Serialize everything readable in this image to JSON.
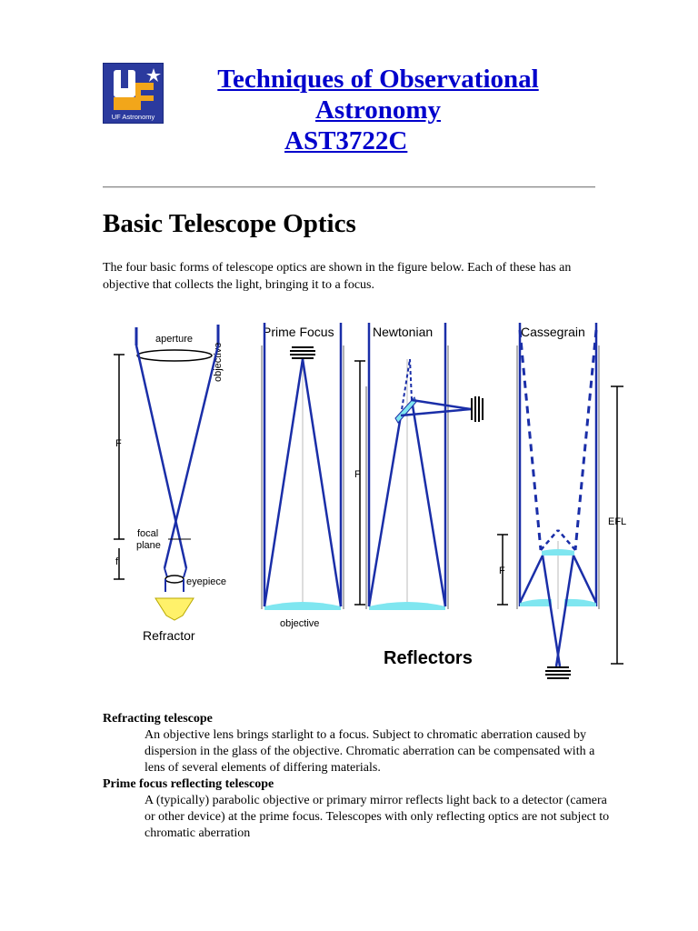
{
  "header": {
    "logo_text": "UF Astronomy",
    "title_line1": "Techniques of Observational",
    "title_line2": "Astronomy",
    "title_line3": "AST3722C"
  },
  "section": {
    "heading": "Basic Telescope Optics",
    "intro": "The four basic forms of telescope optics are shown in the figure below. Each of these has an objective that collects the light, bringing it to a focus."
  },
  "figure": {
    "labels": {
      "aperture": "aperture",
      "objective_vertical": "objective",
      "F_refractor": "F",
      "focal": "focal",
      "plane": "plane",
      "f_small": "f",
      "eyepiece": "eyepiece",
      "refractor": "Refractor",
      "prime_focus": "Prime Focus",
      "newtonian": "Newtonian",
      "cassegrain": "Cassegrain",
      "F_prime": "F",
      "F_cass": "F",
      "objective_bottom": "objective",
      "efl": "EFL",
      "reflectors": "Reflectors"
    },
    "colors": {
      "ray": "#1a2ea8",
      "mirror": "#7fe6f0",
      "guide": "#9a9a9a",
      "eyepiece_yellow": "#fff16a"
    }
  },
  "definitions": [
    {
      "term": "Refracting telescope",
      "desc": "An objective lens brings starlight to a focus. Subject to chromatic aberration caused by dispersion in the glass of the objective. Chromatic aberration can be compensated with a lens of several elements of differing materials."
    },
    {
      "term": "Prime focus reflecting telescope",
      "desc": "A (typically) parabolic objective or primary mirror reflects light back to a detector (camera or other device) at the prime focus. Telescopes with only reflecting optics are not subject to chromatic aberration"
    }
  ]
}
